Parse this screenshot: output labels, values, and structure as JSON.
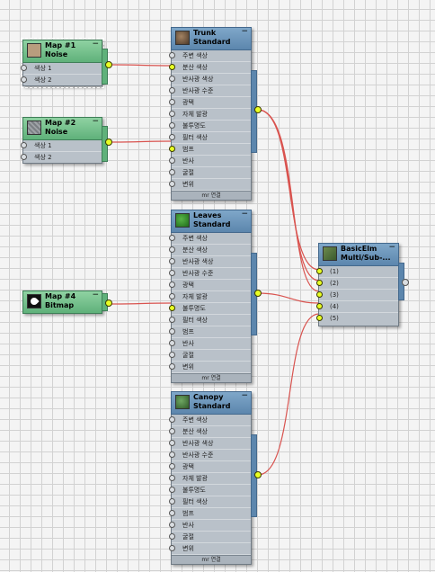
{
  "nodes": {
    "map1": {
      "title": "Map #1",
      "subtitle": "Noise",
      "slots": [
        "색상 1",
        "색상 2"
      ]
    },
    "map2": {
      "title": "Map #2",
      "subtitle": "Noise",
      "slots": [
        "색상 1",
        "색상 2"
      ]
    },
    "map4": {
      "title": "Map #4",
      "subtitle": "Bitmap"
    },
    "trunk": {
      "title": "Trunk",
      "subtitle": "Standard",
      "slots": [
        "주변 색상",
        "분산 색상",
        "반사광 색상",
        "반사광 수준",
        "광택",
        "자체 발광",
        "불투명도",
        "필터 색상",
        "범프",
        "반사",
        "굴절",
        "변위"
      ],
      "footer": "mr 연결"
    },
    "leaves": {
      "title": "Leaves",
      "subtitle": "Standard",
      "slots": [
        "주변 색상",
        "분산 색상",
        "반사광 색상",
        "반사광 수준",
        "광택",
        "자체 발광",
        "불투명도",
        "필터 색상",
        "범프",
        "반사",
        "굴절",
        "변위"
      ],
      "footer": "mr 연결"
    },
    "canopy": {
      "title": "Canopy",
      "subtitle": "Standard",
      "slots": [
        "주변 색상",
        "분산 색상",
        "반사광 색상",
        "반사광 수준",
        "광택",
        "자체 발광",
        "불투명도",
        "필터 색상",
        "범프",
        "반사",
        "굴절",
        "변위"
      ],
      "footer": "mr 연결"
    },
    "basicelm": {
      "title": "BasicElm",
      "subtitle": "Multi/Sub-...",
      "slots": [
        "(1)",
        "(2)",
        "(3)",
        "(4)",
        "(5)"
      ]
    }
  },
  "colors": {
    "map_header": "#6fbf86",
    "material_header": "#6a94bb",
    "node_body": "#b9c1c9",
    "connected_port": "#e8ff24",
    "wire": "#d9534f"
  }
}
